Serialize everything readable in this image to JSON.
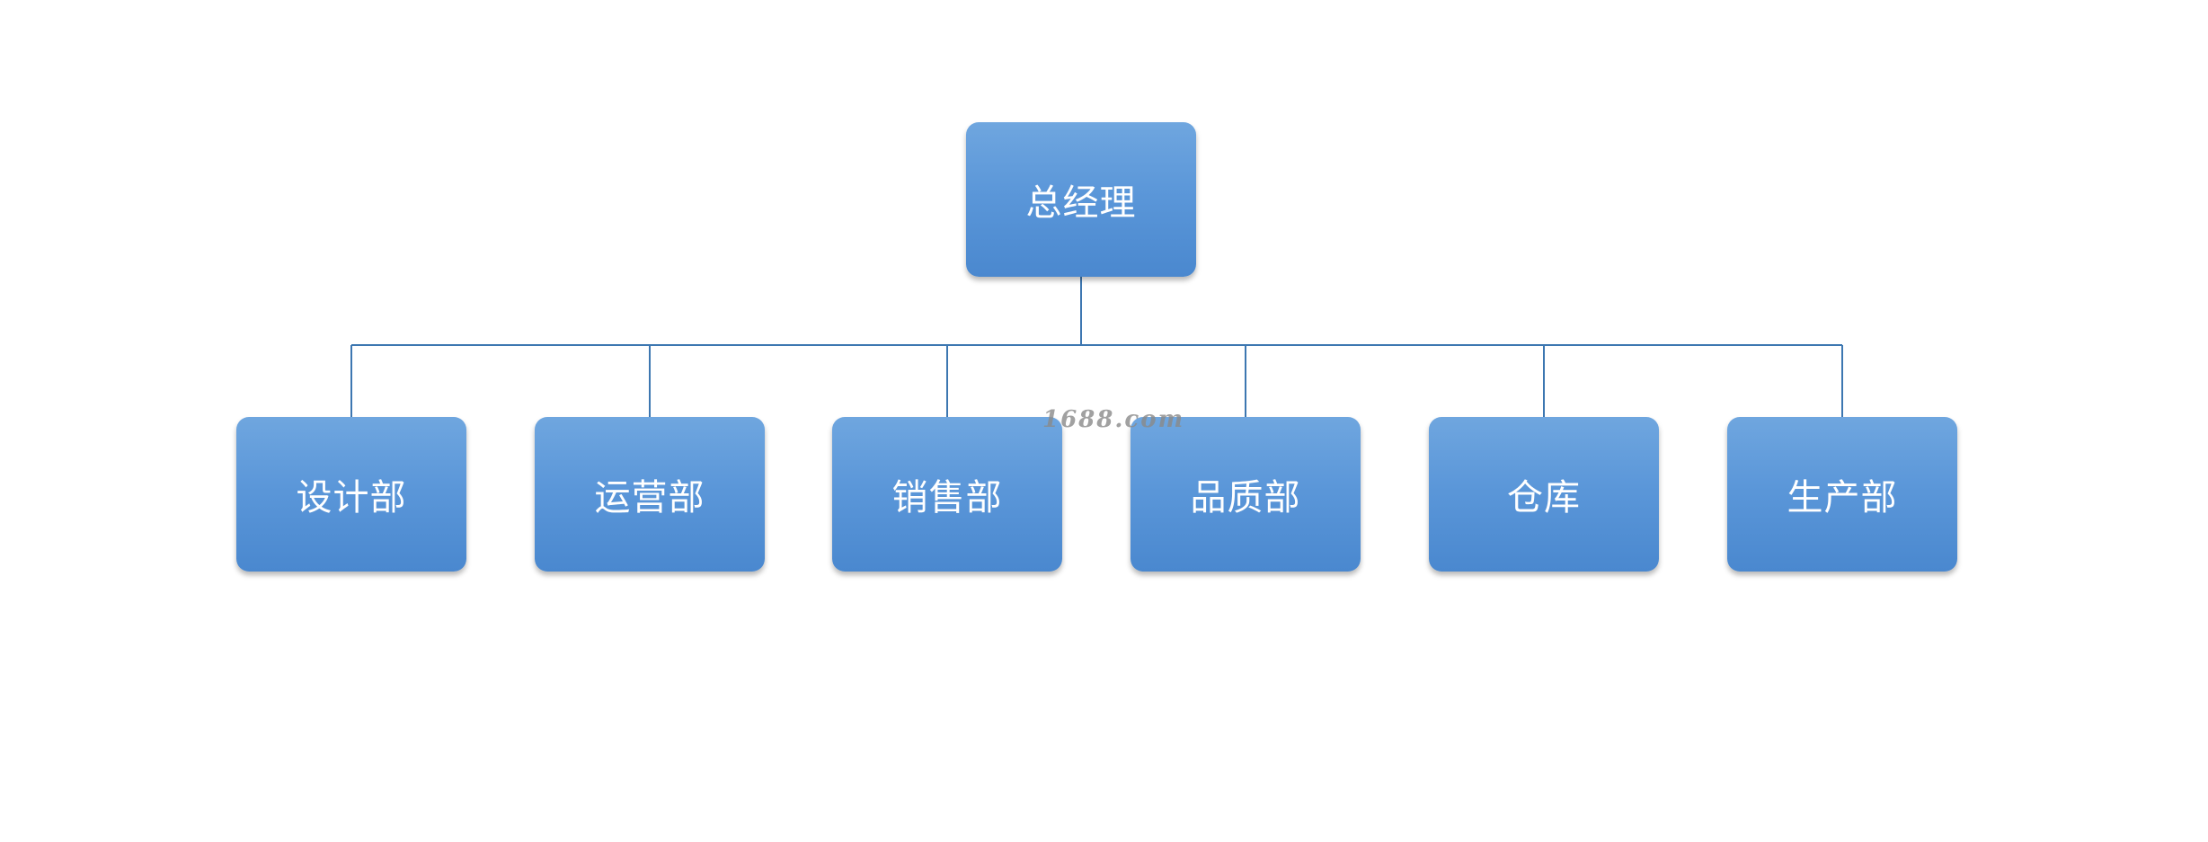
{
  "diagram": {
    "root": {
      "label": "总经理"
    },
    "children": [
      {
        "label": "设计部"
      },
      {
        "label": "运营部"
      },
      {
        "label": "销售部"
      },
      {
        "label": "品质部"
      },
      {
        "label": "仓库"
      },
      {
        "label": "生产部"
      }
    ],
    "colors": {
      "node_fill": "#5b97d9",
      "node_text": "#ffffff",
      "connector": "#3d77b1"
    }
  },
  "watermark": {
    "text": "1688.com"
  }
}
